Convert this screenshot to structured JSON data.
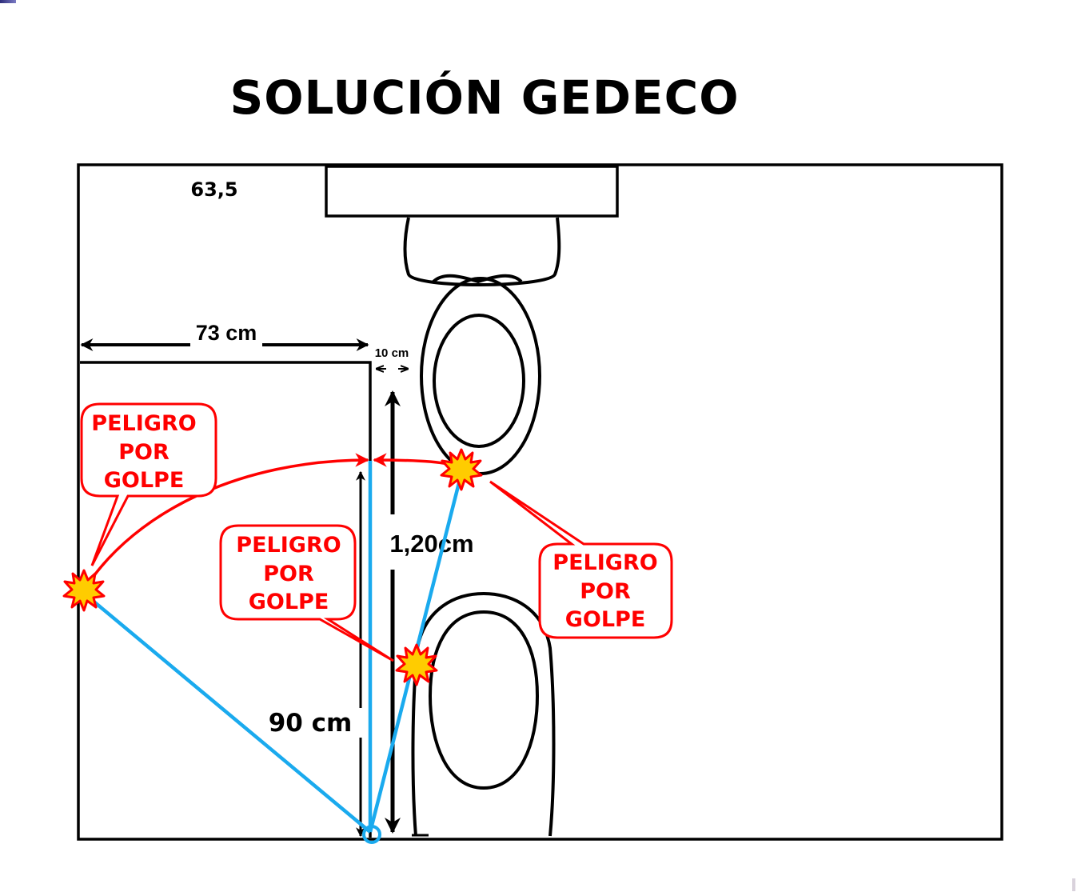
{
  "title": "SOLUCIÓN GEDECO",
  "dimensions": {
    "top_label": "63,5",
    "width_label": "73 cm",
    "gap_label": "10 cm",
    "height_long_label": "1,20cm",
    "height_short_label": "90 cm"
  },
  "warnings": [
    {
      "line1": "PELIGRO",
      "line2": "POR",
      "line3": "GOLPE"
    },
    {
      "line1": "PELIGRO",
      "line2": "POR",
      "line3": "GOLPE"
    },
    {
      "line1": "PELIGRO",
      "line2": "POR",
      "line3": "GOLPE"
    }
  ],
  "colors": {
    "wall": "#000000",
    "danger": "#ff0000",
    "swing_line": "#1aaaee",
    "impact_fill": "#ffcc00"
  }
}
